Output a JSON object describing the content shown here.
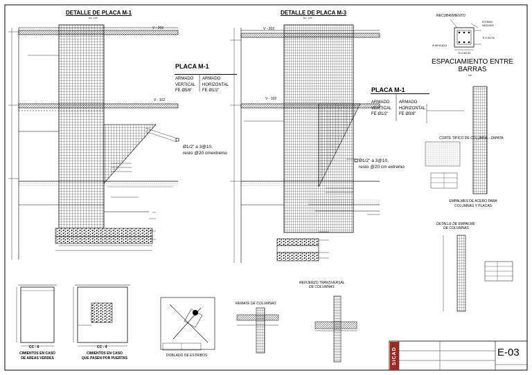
{
  "sheet": {
    "number": "E-03",
    "logo_text": "SICAD"
  },
  "placa_m1": {
    "title": "DETALLE DE PLACA M-1",
    "scale": "Esc. 1/25",
    "level_top": "V - 202",
    "level_mid": "V - 102",
    "placa_label": "PLACA M-1",
    "armado_vertical": [
      "ARMADO",
      "VERTICAL",
      "FE Ø5/8\""
    ],
    "armado_horizontal": [
      "ARMADO",
      "HORIZONTAL",
      "FE Ø1/2\""
    ],
    "stirrup_note": [
      "Ø1/2\" a 3@10,",
      "resto @20 cmextremo"
    ]
  },
  "placa_m3": {
    "title": "DETALLE DE PLACA M-3",
    "scale": "Esc. 1/25",
    "level_top": "V - 202",
    "level_mid": "V - 102",
    "placa_label": "PLACA M-1",
    "armado_vertical": [
      "ARMADO",
      "VERTICAL",
      "FE Ø1/2\""
    ],
    "armado_horizontal": [
      "ARMADO",
      "HORIZONTAL",
      "FE Ø3/8\""
    ],
    "stirrup_note": [
      "Ø1/2\" a 3@10,",
      "resto @20 cm extremo"
    ]
  },
  "espaciamiento": {
    "recubrimiento": "RECUBRIMIENTO",
    "estribo": [
      "ESTRIBO",
      "INDICADO"
    ],
    "e_value": "E>2.50CM",
    "o_indicado": "Ø INDICADO",
    "e_bottom": "E>2.50CM",
    "title": [
      "ESPACIAMIENTO ENTRE",
      "BARRAS"
    ],
    "scale": "S/E"
  },
  "corte_columna": {
    "title": "CORTE TIPICO DE COLUMNA - ZAPATA"
  },
  "empalmes": {
    "title": [
      "EMPALMES DE ACERO PARA",
      "COLUMNAS Y PLACAS"
    ]
  },
  "detalle_empalme": {
    "title": [
      "DETALLE DE EMPALME",
      "DE COLUMNAS"
    ]
  },
  "cimientos": {
    "cc6_label": "CC - 6",
    "cc6_caption": [
      "CIMIENTOS EN CASO",
      "DE AREAS VERDES"
    ],
    "cc4_label": "CC - 4",
    "cc4_caption": [
      "CIMIENTOS EN CASO",
      "QUE PASEN POR PUERTAS"
    ]
  },
  "doblado": {
    "caption": "DOBLADO DE ESTRIBOS"
  },
  "remate": {
    "title": "REMATE DE COLUMNAS"
  },
  "refuerzo": {
    "title": [
      "REFUERZO TRANSVERSAL",
      "DE COLUMNAS"
    ]
  }
}
